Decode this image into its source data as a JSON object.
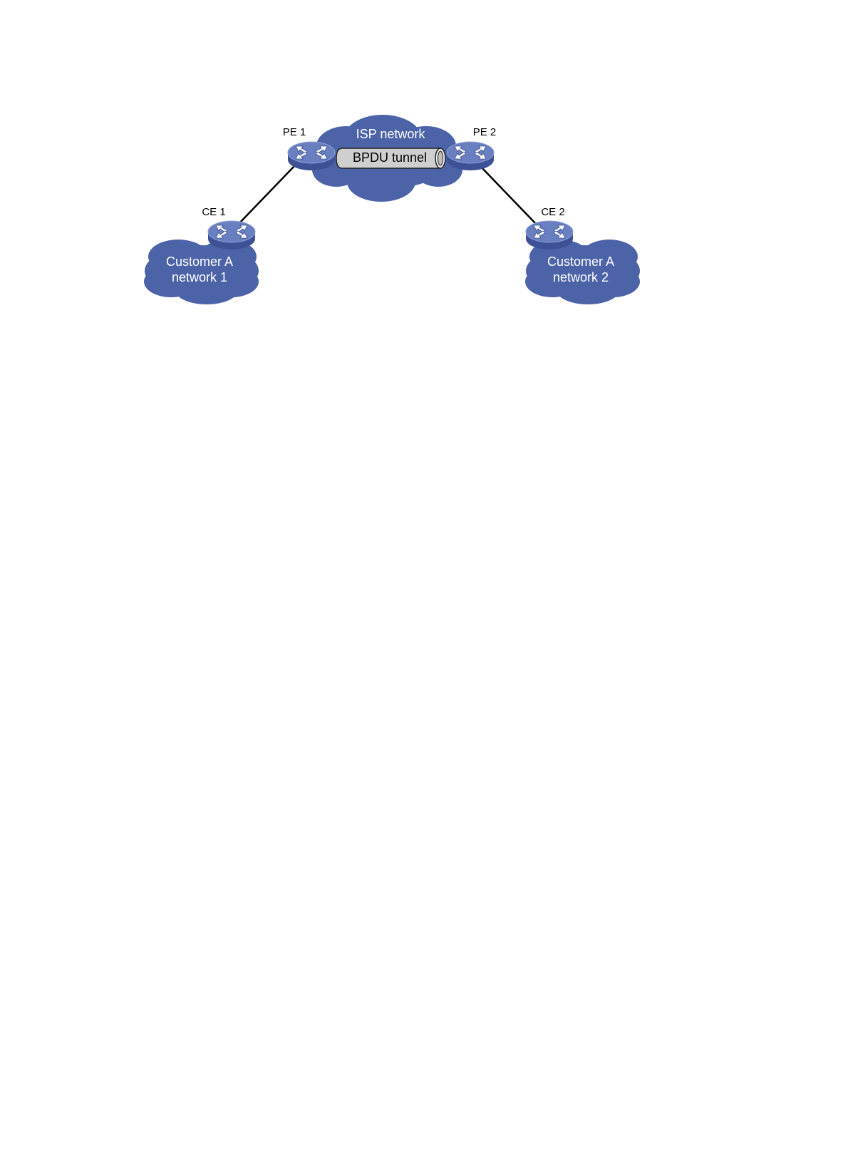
{
  "colors": {
    "cloud": "#4d63a8",
    "cloud_text": "#ffffff",
    "switch_top": "#6a7fc0",
    "switch_side": "#3e5196",
    "tunnel_fill": "#cfcfcf",
    "link": "#000000",
    "label": "#000000"
  },
  "clouds": {
    "isp": {
      "label": "ISP network"
    },
    "customer1": {
      "line1": "Customer A",
      "line2": "network 1"
    },
    "customer2": {
      "line1": "Customer A",
      "line2": "network 2"
    }
  },
  "tunnel": {
    "label": "BPDU tunnel"
  },
  "devices": {
    "pe1": {
      "label": "PE 1",
      "icon": "switch-icon"
    },
    "pe2": {
      "label": "PE 2",
      "icon": "switch-icon"
    },
    "ce1": {
      "label": "CE 1",
      "icon": "switch-icon"
    },
    "ce2": {
      "label": "CE 2",
      "icon": "switch-icon"
    }
  }
}
